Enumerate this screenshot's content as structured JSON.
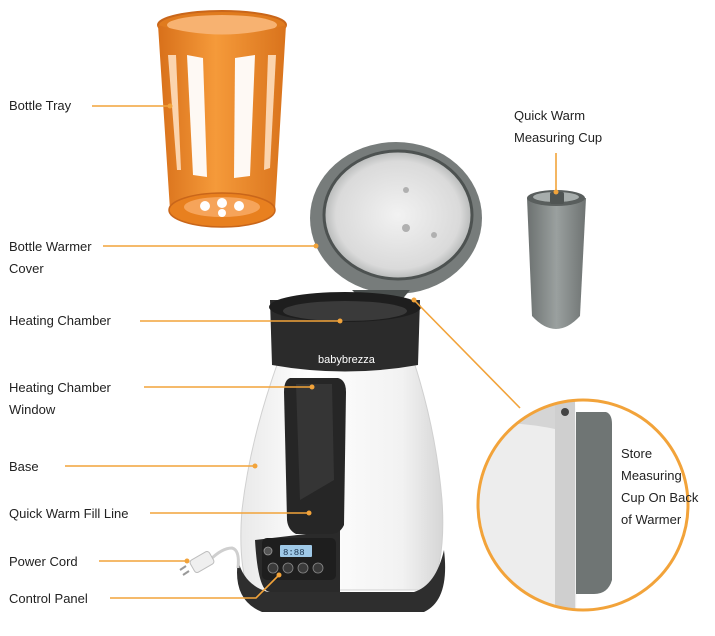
{
  "labels": {
    "bottle_tray": "Bottle Tray",
    "cover_line1": "Bottle Warmer",
    "cover_line2": "Cover",
    "heating_chamber": "Heating Chamber",
    "window_line1": "Heating Chamber",
    "window_line2": "Window",
    "base": "Base",
    "fill_line": "Quick Warm Fill Line",
    "power_cord": "Power Cord",
    "control_panel": "Control Panel",
    "cup_line1": "Quick Warm",
    "cup_line2": "Measuring Cup",
    "store_line1": "Store",
    "store_line2": "Measuring",
    "store_line3": "Cup On Back",
    "store_line4": "of Warmer"
  },
  "brand": {
    "logo_text": "babybrezza"
  },
  "display": {
    "readout": "8:88"
  },
  "colors": {
    "leader": "#F2A33A",
    "tray": "#F08A24",
    "body": "#F4F4F4",
    "dark": "#2E2E2E",
    "lid": "#7A7F7E",
    "cup": "#7F8584"
  }
}
